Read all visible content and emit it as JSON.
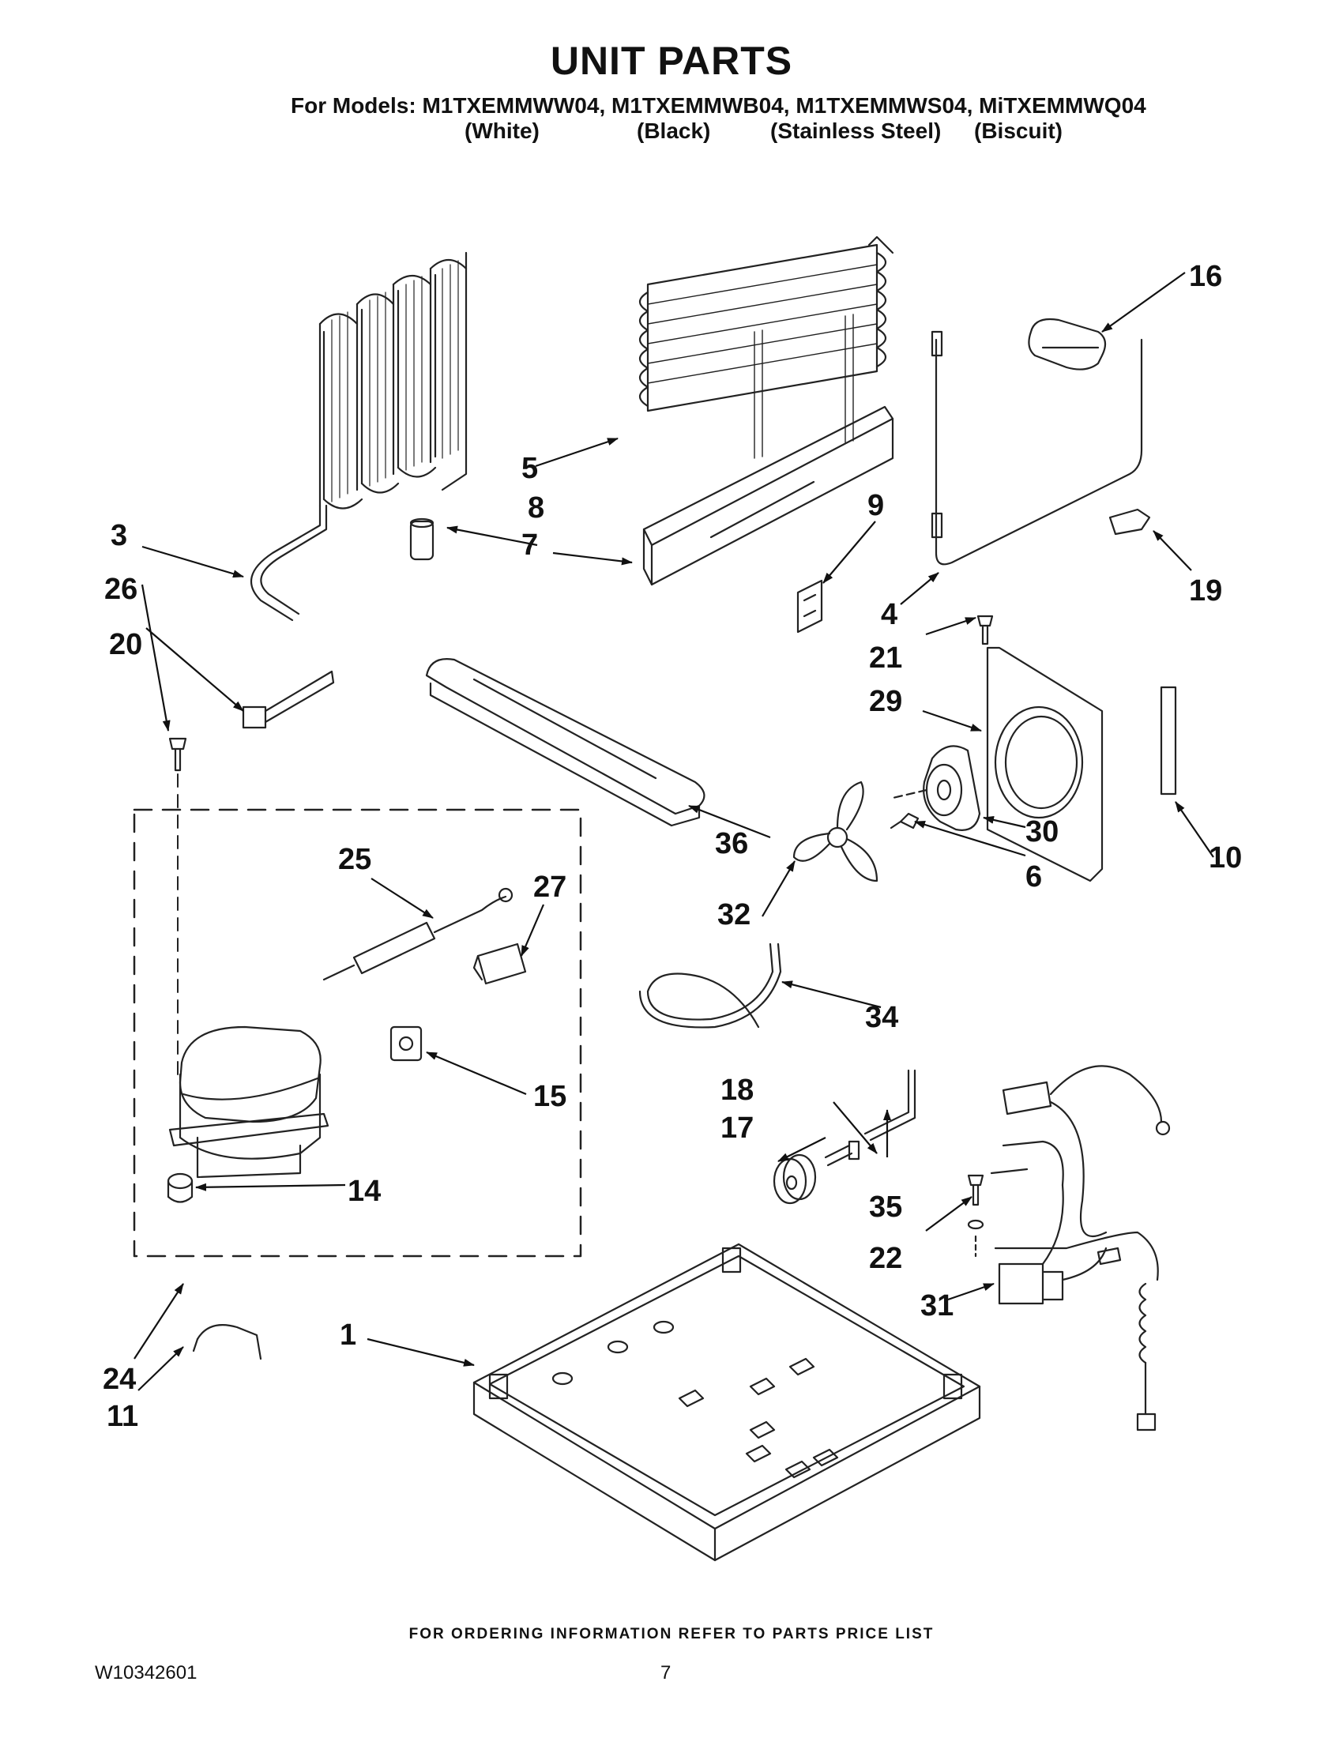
{
  "header": {
    "title": "UNIT PARTS",
    "models_line": "For Models: M1TXEMMWW04, M1TXEMMWB04, M1TXEMMWS04, MiTXEMMWQ04",
    "variants": [
      "(White)",
      "(Black)",
      "(Stainless Steel)",
      "(Biscuit)"
    ]
  },
  "callouts": [
    "1",
    "3",
    "4",
    "5",
    "6",
    "7",
    "8",
    "9",
    "10",
    "11",
    "14",
    "15",
    "16",
    "17",
    "18",
    "19",
    "20",
    "21",
    "22",
    "24",
    "25",
    "26",
    "27",
    "29",
    "30",
    "31",
    "32",
    "34",
    "35",
    "36"
  ],
  "footer": {
    "note": "FOR ORDERING INFORMATION REFER TO PARTS PRICE LIST",
    "doc_number": "W10342601",
    "page_number": "7"
  }
}
